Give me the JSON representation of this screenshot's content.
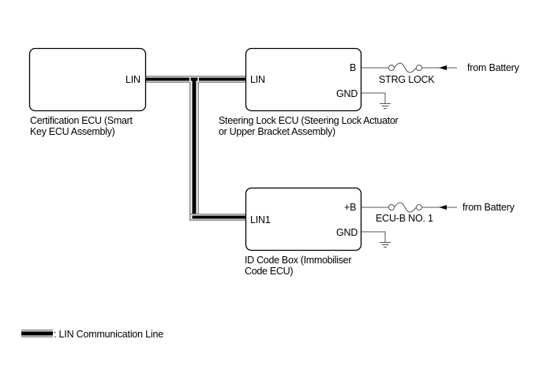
{
  "diagram": {
    "components": [
      {
        "id": "certification-ecu",
        "caption": "Certification ECU (Smart\nKey ECU Assembly)",
        "pins": {
          "lin": "LIN"
        }
      },
      {
        "id": "steering-lock-ecu",
        "caption": "Steering Lock ECU (Steering Lock Actuator\nor Upper Bracket Assembly)",
        "pins": {
          "lin": "LIN",
          "power": "B",
          "ground": "GND"
        },
        "fuse": "STRG LOCK",
        "source": "from Battery"
      },
      {
        "id": "id-code-box",
        "caption": "ID Code Box (Immobiliser\nCode ECU)",
        "pins": {
          "lin": "LIN1",
          "power": "+B",
          "ground": "GND"
        },
        "fuse": "ECU-B NO. 1",
        "source": "from Battery"
      }
    ],
    "legend": {
      "label": ": LIN Communication Line",
      "symbol": "lin-line"
    },
    "colors": {
      "line": "#000000",
      "wire_outline": "#888888",
      "thin_wire": "#555555"
    }
  }
}
